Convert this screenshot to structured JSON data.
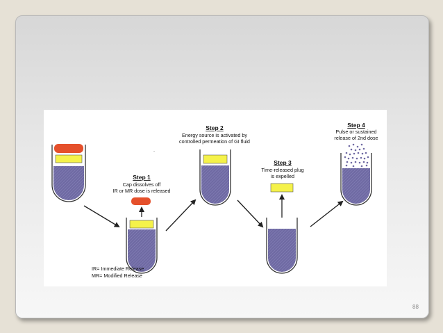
{
  "colors": {
    "page_background": "#e6e1d6",
    "tube_fill": "#6f6aa3",
    "cap": "#e5502b",
    "plug": "#f5f24a",
    "arrow": "#222222",
    "page_number": "#8a8a8a"
  },
  "diagram": {
    "steps": [
      {
        "title": "Step 1",
        "lines": [
          "Cap dissolves off",
          "IR or MR dose is released"
        ]
      },
      {
        "title": "Step 2",
        "lines": [
          "Energy source is activated by",
          "controlled permeation of GI fluid"
        ]
      },
      {
        "title": "Step 3",
        "lines": [
          "Time-released plug",
          "is expelled"
        ]
      },
      {
        "title": "Step 4",
        "lines": [
          "Pulse or sustained",
          "release of 2nd dose"
        ]
      }
    ],
    "legend": [
      "IR=   Immediate Release",
      "MR= Modified Release"
    ]
  },
  "page_number": "88"
}
